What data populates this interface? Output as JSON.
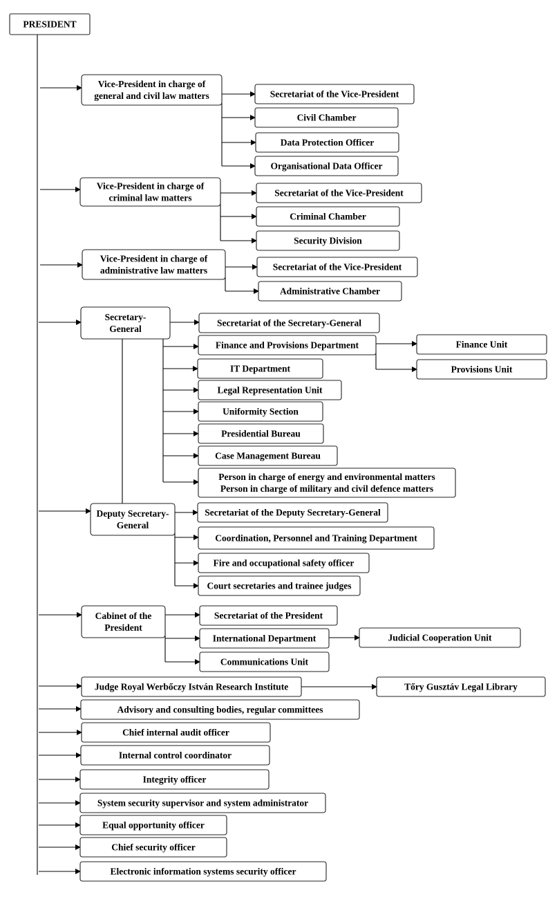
{
  "president": "PRESIDENT",
  "vp_civil": [
    "Vice-President in charge of",
    "general and civil law matters"
  ],
  "vp_civil_secretariat": "Secretariat of the Vice-President",
  "civil_chamber": "Civil Chamber",
  "data_protection_officer": "Data Protection Officer",
  "organisational_data_officer": "Organisational Data Officer",
  "vp_criminal": [
    "Vice-President in charge of",
    "criminal law matters"
  ],
  "vp_criminal_secretariat": "Secretariat of the Vice-President",
  "criminal_chamber": "Criminal Chamber",
  "security_division": "Security Division",
  "vp_admin": [
    "Vice-President in charge of",
    "administrative law matters"
  ],
  "vp_admin_secretariat": "Secretariat of the Vice-President",
  "administrative_chamber": "Administrative Chamber",
  "secretary_general": [
    "Secretary-",
    "General"
  ],
  "sg_secretariat": "Secretariat of the Secretary-General",
  "finance_provisions_department": "Finance and Provisions Department",
  "finance_unit": "Finance Unit",
  "provisions_unit": "Provisions Unit",
  "it_department": "IT Department",
  "legal_representation_unit": "Legal Representation Unit",
  "uniformity_section": "Uniformity Section",
  "presidential_bureau": "Presidential Bureau",
  "case_management_bureau": "Case Management Bureau",
  "energy_defence_persons": [
    "Person in charge of energy and environmental matters",
    "Person in charge of military and civil defence matters"
  ],
  "deputy_secretary_general": [
    "Deputy Secretary-",
    "General"
  ],
  "dsg_secretariat": "Secretariat of the Deputy Secretary-General",
  "coordination_personnel_training": "Coordination, Personnel and Training Department",
  "fire_safety_officer": "Fire and occupational safety officer",
  "court_secretaries": "Court secretaries and trainee judges",
  "cabinet": [
    "Cabinet of the",
    "President"
  ],
  "president_secretariat": "Secretariat of the President",
  "international_department": "International Department",
  "judicial_cooperation_unit": "Judicial Cooperation Unit",
  "communications_unit": "Communications Unit",
  "research_institute": "Judge Royal Werbőczy István Research Institute",
  "legal_library": "Tőry Gusztáv Legal Library",
  "advisory_bodies": "Advisory and consulting bodies, regular committees",
  "chief_internal_audit": "Chief internal audit officer",
  "internal_control": "Internal control coordinator",
  "integrity_officer": "Integrity officer",
  "system_security": "System security supervisor and system administrator",
  "equal_opportunity": "Equal opportunity officer",
  "chief_security": "Chief security officer",
  "eis_security": "Electronic information systems security officer"
}
